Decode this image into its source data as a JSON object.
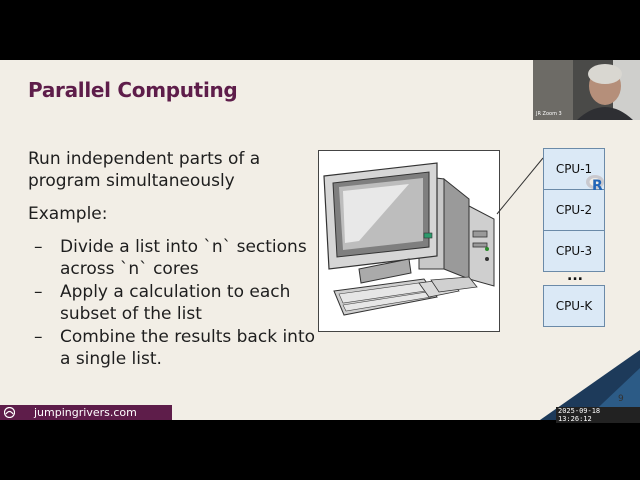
{
  "slide": {
    "title": "Parallel Computing",
    "paragraph": "Run independent parts of a program simultaneously",
    "example_label": "Example:",
    "bullets": [
      "Divide a list into `n` sections across `n` cores",
      "Apply a calculation to each subset of the list",
      "Combine the results back into a single list."
    ],
    "cpus": [
      "CPU-1",
      "CPU-2",
      "CPU-3",
      "CPU-K"
    ],
    "ellipsis": "...",
    "page_number": "9"
  },
  "webcam": {
    "participant_name": "JR Zoom 3"
  },
  "footer": {
    "brand": "jumpingrivers.com",
    "timestamp": "2025-09-18 13:26:12"
  },
  "colors": {
    "title": "#5e1d4a",
    "slide_bg": "#f2eee6",
    "cpu_fill": "#dbe9f6",
    "accent_dark": "#1d3a5a"
  },
  "icons": [
    "computer-clipart-icon",
    "r-logo-icon",
    "jumpingrivers-logo-icon"
  ]
}
